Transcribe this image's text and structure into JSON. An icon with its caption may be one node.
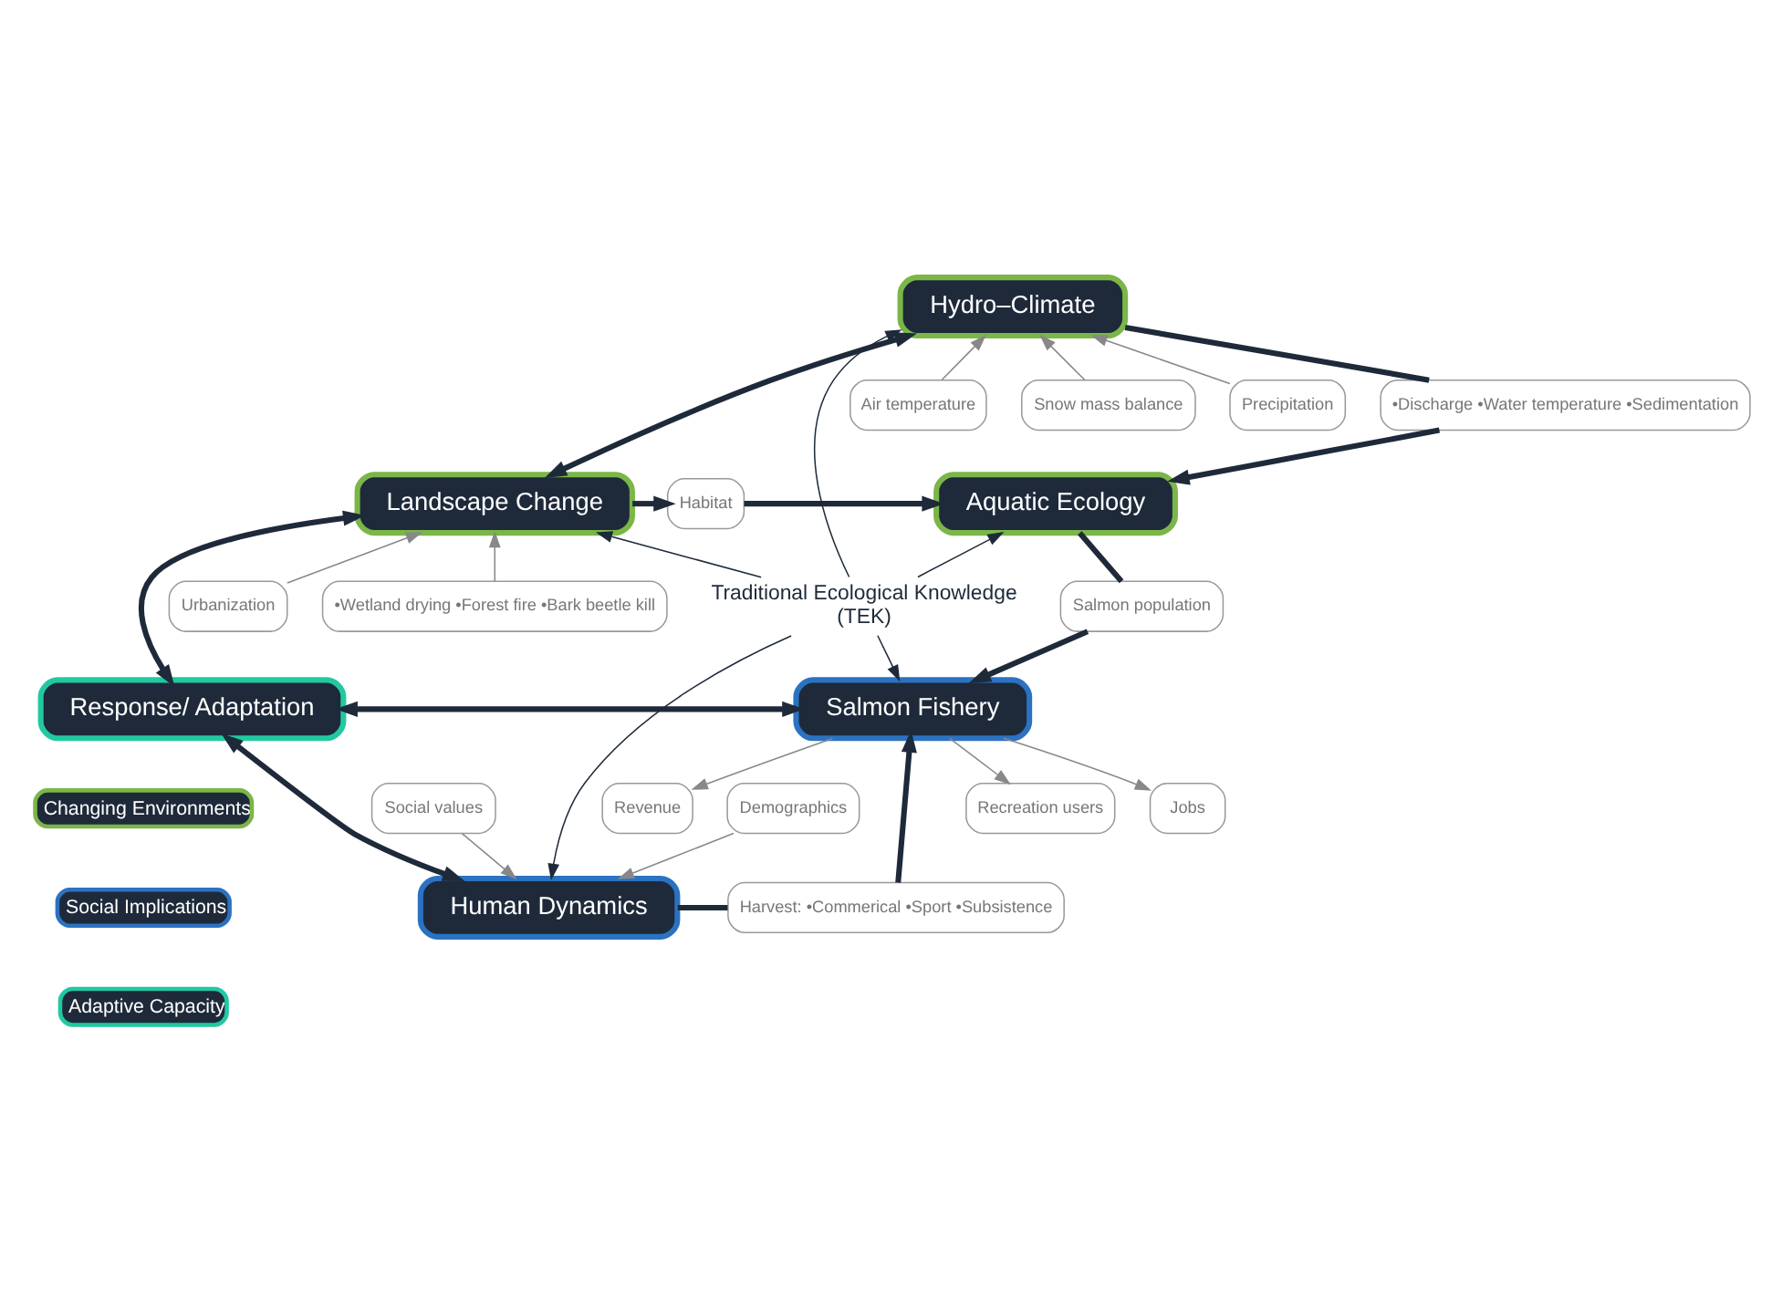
{
  "diagram": {
    "nodes": [
      {
        "text": [
          "Hydro–Climate"
        ]
      },
      {
        "text": [
          "Air temperature"
        ]
      },
      {
        "text": [
          "•Discharge •Water temperature •Sedimentation"
        ]
      },
      {
        "text": [
          "Snow mass balance"
        ]
      },
      {
        "text": [
          "Precipitation"
        ]
      },
      {
        "text": [
          "Landscape Change"
        ]
      },
      {
        "text": [
          "Habitat"
        ]
      },
      {
        "text": [
          "Aquatic Ecology"
        ]
      },
      {
        "text": [
          "Urbanization"
        ]
      },
      {
        "text": [
          "Traditional Ecological Knowledge",
          "(TEK)"
        ]
      },
      {
        "text": [
          "Salmon population"
        ]
      },
      {
        "text": [
          "•Wetland drying •Forest fire •Bark beetle kill"
        ]
      },
      {
        "text": [
          "Response/ Adaptation"
        ]
      },
      {
        "text": [
          "Salmon Fishery"
        ]
      },
      {
        "text": [
          "Recreation users"
        ]
      },
      {
        "text": [
          "Jobs"
        ]
      },
      {
        "text": [
          "Social values"
        ]
      },
      {
        "text": [
          "Demographics"
        ]
      },
      {
        "text": [
          "Revenue"
        ]
      },
      {
        "text": [
          "Human Dynamics"
        ]
      },
      {
        "text": [
          "Harvest: •Commerical •Sport •Subsistence"
        ]
      }
    ],
    "edges": [
      {
        "from": 1,
        "to": 0,
        "arrow": "to",
        "color": "#888888"
      },
      {
        "from": 0,
        "to": 5,
        "arrow": "both",
        "style": "thick"
      },
      {
        "from": 0,
        "to": 2,
        "arrow": "none",
        "style": "thick"
      },
      {
        "from": 2,
        "to": 7,
        "arrow": "to",
        "style": "thick"
      },
      {
        "from": 3,
        "to": 0,
        "arrow": "to",
        "color": "#888888"
      },
      {
        "from": 4,
        "to": 0,
        "arrow": "to",
        "color": "#888888"
      },
      {
        "from": 5,
        "to": 6,
        "arrow": "to",
        "style": "thick"
      },
      {
        "from": 6,
        "to": 7,
        "arrow": "to",
        "style": "thick"
      },
      {
        "from": 8,
        "to": 5,
        "arrow": "to",
        "color": "#888888"
      },
      {
        "from": 11,
        "to": 5,
        "arrow": "to",
        "color": "#888888"
      },
      {
        "from": 9,
        "to": 0,
        "arrow": "to"
      },
      {
        "from": 9,
        "to": 5,
        "arrow": "to"
      },
      {
        "from": 9,
        "to": 7,
        "arrow": "to"
      },
      {
        "from": 9,
        "to": 13,
        "arrow": "to"
      },
      {
        "from": 9,
        "to": 19,
        "arrow": "to"
      },
      {
        "from": 7,
        "to": 10,
        "arrow": "none",
        "style": "thick"
      },
      {
        "from": 10,
        "to": 13,
        "arrow": "to",
        "style": "thick"
      },
      {
        "from": 5,
        "to": 12,
        "arrow": "both",
        "style": "thick"
      },
      {
        "from": 12,
        "to": 13,
        "arrow": "both",
        "style": "thick"
      },
      {
        "from": 12,
        "to": 19,
        "arrow": "both",
        "style": "thick"
      },
      {
        "from": 13,
        "to": 14,
        "arrow": "to",
        "color": "#888888"
      },
      {
        "from": 13,
        "to": 15,
        "arrow": "to",
        "color": "#888888"
      },
      {
        "from": 13,
        "to": 18,
        "arrow": "to",
        "color": "#888888"
      },
      {
        "from": 16,
        "to": 19,
        "arrow": "to",
        "color": "#888888"
      },
      {
        "from": 17,
        "to": 19,
        "arrow": "to",
        "color": "#888888"
      },
      {
        "from": 19,
        "to": 20,
        "arrow": "none",
        "style": "thick"
      },
      {
        "from": 20,
        "to": 13,
        "arrow": "to",
        "style": "thick"
      }
    ],
    "legend": [
      {
        "text": "Changing Environments",
        "color": "#7ab648"
      },
      {
        "text": "Social Implications",
        "color": "#2b72c2"
      },
      {
        "text": "Adaptive Capacity",
        "color": "#22c9a0"
      }
    ]
  }
}
